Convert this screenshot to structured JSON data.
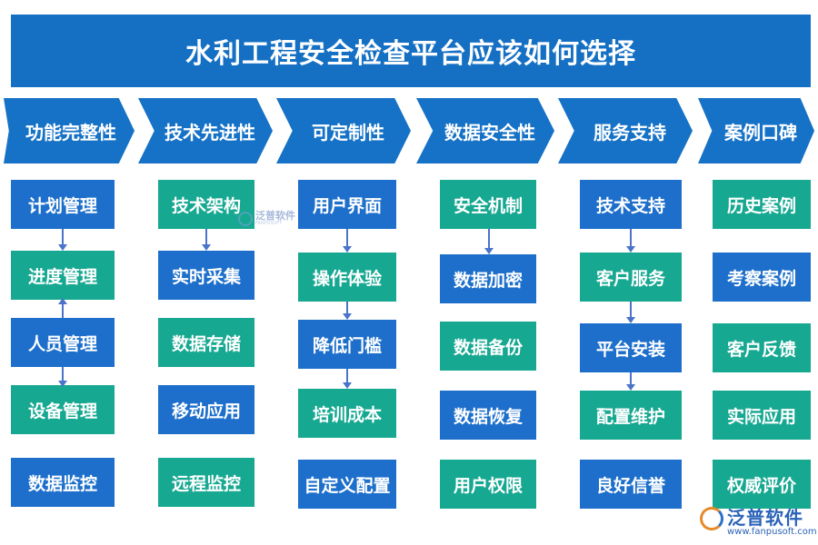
{
  "title": "水利工程安全检查平台应该如何选择",
  "columns": [
    {
      "header": "功能完整性",
      "items": [
        "计划管理",
        "进度管理",
        "人员管理",
        "设备管理",
        "数据监控"
      ]
    },
    {
      "header": "技术先进性",
      "items": [
        "技术架构",
        "实时采集",
        "数据存储",
        "移动应用",
        "远程监控"
      ]
    },
    {
      "header": "可定制性",
      "items": [
        "用户界面",
        "操作体验",
        "降低门槛",
        "培训成本",
        "自定义配置"
      ]
    },
    {
      "header": "数据安全性",
      "items": [
        "安全机制",
        "数据加密",
        "数据备份",
        "数据恢复",
        "用户权限"
      ]
    },
    {
      "header": "服务支持",
      "items": [
        "技术支持",
        "客户服务",
        "平台安装",
        "配置维护",
        "良好信誉"
      ]
    },
    {
      "header": "案例口碑",
      "items": [
        "历史案例",
        "考察案例",
        "客户反馈",
        "实际应用",
        "权威评价"
      ]
    }
  ],
  "watermark_small": {
    "brand": "泛普软件",
    "sub": "FANPUSOFT"
  },
  "watermark": {
    "brand": "泛普软件",
    "url": "www.fanpusoft.com"
  },
  "colors": {
    "blue": "#1d6fcb",
    "teal": "#17a891",
    "header": "#1672c6"
  }
}
